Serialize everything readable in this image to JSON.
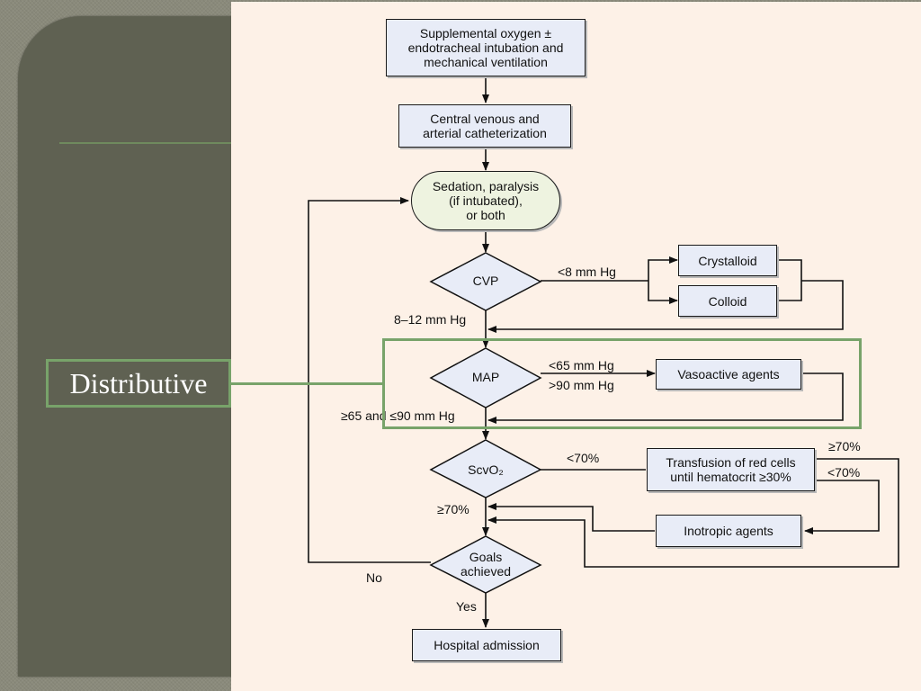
{
  "callout": {
    "label": "Distributive",
    "color": "#78a36a"
  },
  "flowchart": {
    "nodes": {
      "oxygen": "Supplemental oxygen ±\nendotracheal intubation and\nmechanical ventilation",
      "catheter": "Central venous and\narterial catheterization",
      "sedation": "Sedation, paralysis\n(if intubated),\nor both",
      "cvp": "CVP",
      "crystalloid": "Crystalloid",
      "colloid": "Colloid",
      "map": "MAP",
      "vasoactive": "Vasoactive agents",
      "scvo2": "ScvO₂",
      "transfusion": "Transfusion of red cells\nuntil hematocrit ≥30%",
      "inotropic": "Inotropic agents",
      "goals": "Goals\nachieved",
      "admission": "Hospital admission"
    },
    "edge_labels": {
      "cvp_low": "<8 mm Hg",
      "cvp_ok": "8–12 mm Hg",
      "map_low": "<65 mm Hg",
      "map_high": ">90 mm Hg",
      "map_ok": "≥65 and ≤90 mm Hg",
      "scvo2_low": "<70%",
      "scvo2_ok": "≥70%",
      "transfusion_high": "≥70%",
      "transfusion_low": "<70%",
      "goals_no": "No",
      "goals_yes": "Yes"
    },
    "colors": {
      "box_fill": "#e8ecf7",
      "pill_fill": "#eef3e0",
      "figure_bg": "#fdf1e7",
      "slide_panel": "#5f6152"
    }
  }
}
